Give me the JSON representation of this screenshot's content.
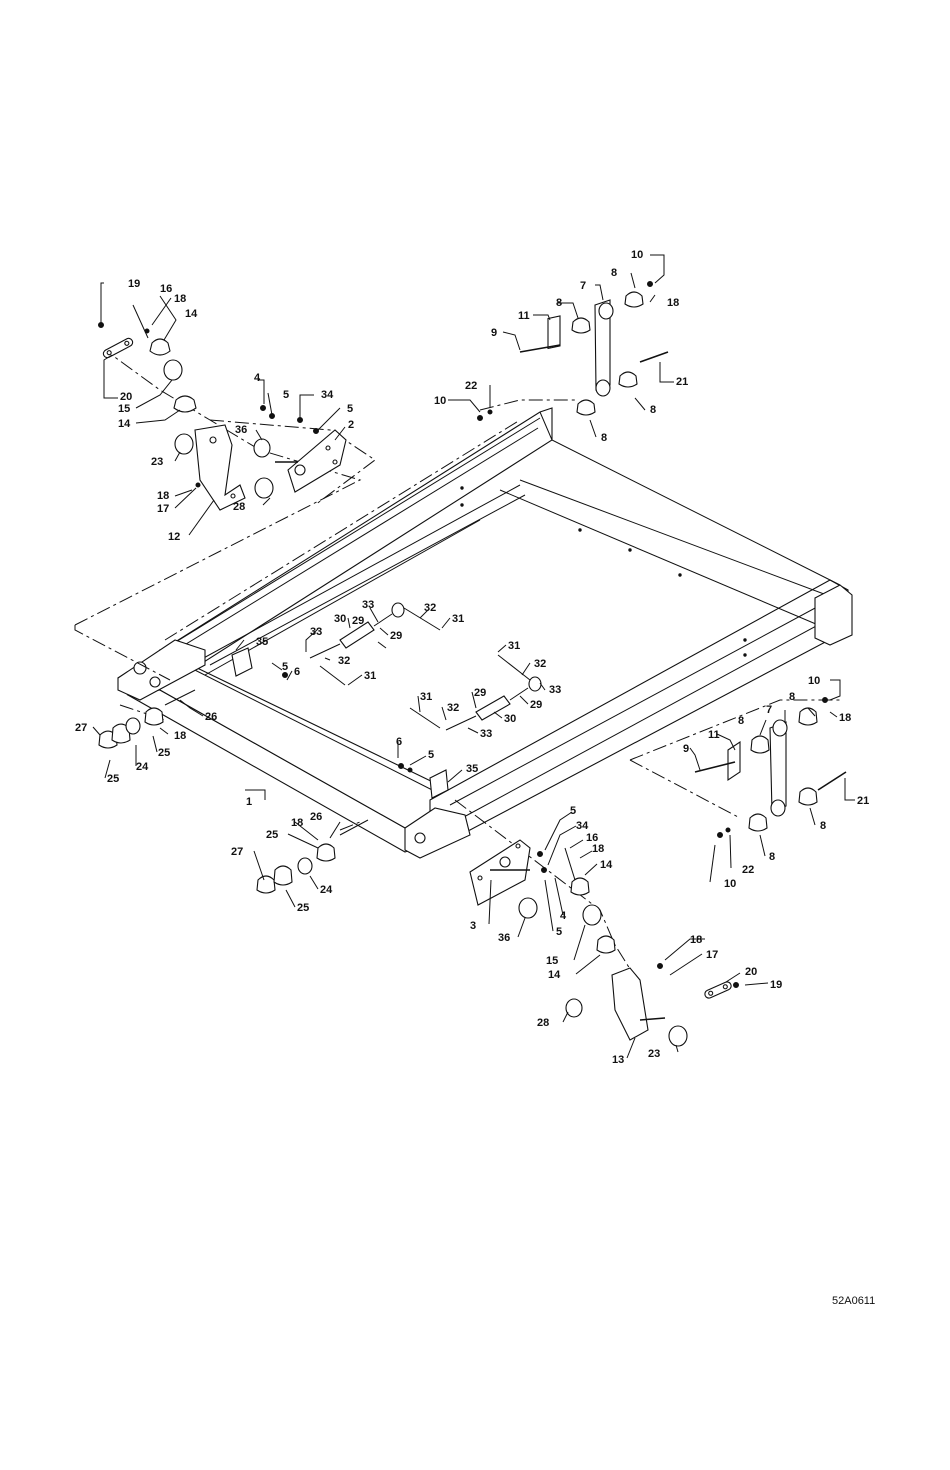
{
  "figure_id": "52A0611",
  "callouts": [
    {
      "id": "c1",
      "text": "1"
    },
    {
      "id": "c2",
      "text": "2"
    },
    {
      "id": "c3",
      "text": "3"
    },
    {
      "id": "c4a",
      "text": "4"
    },
    {
      "id": "c4b",
      "text": "4"
    },
    {
      "id": "c5a",
      "text": "5"
    },
    {
      "id": "c5b",
      "text": "5"
    },
    {
      "id": "c5c",
      "text": "5"
    },
    {
      "id": "c5d",
      "text": "5"
    },
    {
      "id": "c5e",
      "text": "5"
    },
    {
      "id": "c5f",
      "text": "5"
    },
    {
      "id": "c6a",
      "text": "6"
    },
    {
      "id": "c6b",
      "text": "6"
    },
    {
      "id": "c7a",
      "text": "7"
    },
    {
      "id": "c7b",
      "text": "7"
    },
    {
      "id": "c8a",
      "text": "8"
    },
    {
      "id": "c8b",
      "text": "8"
    },
    {
      "id": "c8c",
      "text": "8"
    },
    {
      "id": "c8d",
      "text": "8"
    },
    {
      "id": "c8e",
      "text": "8"
    },
    {
      "id": "c8f",
      "text": "8"
    },
    {
      "id": "c8g",
      "text": "8"
    },
    {
      "id": "c8h",
      "text": "8"
    },
    {
      "id": "c9a",
      "text": "9"
    },
    {
      "id": "c9b",
      "text": "9"
    },
    {
      "id": "c10a",
      "text": "10"
    },
    {
      "id": "c10b",
      "text": "10"
    },
    {
      "id": "c10c",
      "text": "10"
    },
    {
      "id": "c10d",
      "text": "10"
    },
    {
      "id": "c11a",
      "text": "11"
    },
    {
      "id": "c11b",
      "text": "11"
    },
    {
      "id": "c12",
      "text": "12"
    },
    {
      "id": "c13",
      "text": "13"
    },
    {
      "id": "c14a",
      "text": "14"
    },
    {
      "id": "c14b",
      "text": "14"
    },
    {
      "id": "c14c",
      "text": "14"
    },
    {
      "id": "c14d",
      "text": "14"
    },
    {
      "id": "c15a",
      "text": "15"
    },
    {
      "id": "c15b",
      "text": "15"
    },
    {
      "id": "c16a",
      "text": "16"
    },
    {
      "id": "c16b",
      "text": "16"
    },
    {
      "id": "c17a",
      "text": "17"
    },
    {
      "id": "c17b",
      "text": "17"
    },
    {
      "id": "c18a",
      "text": "18"
    },
    {
      "id": "c18b",
      "text": "18"
    },
    {
      "id": "c18c",
      "text": "18"
    },
    {
      "id": "c18d",
      "text": "18"
    },
    {
      "id": "c18e",
      "text": "18"
    },
    {
      "id": "c18f",
      "text": "18"
    },
    {
      "id": "c18g",
      "text": "18"
    },
    {
      "id": "c18h",
      "text": "18"
    },
    {
      "id": "c19a",
      "text": "19"
    },
    {
      "id": "c19b",
      "text": "19"
    },
    {
      "id": "c20a",
      "text": "20"
    },
    {
      "id": "c20b",
      "text": "20"
    },
    {
      "id": "c21a",
      "text": "21"
    },
    {
      "id": "c21b",
      "text": "21"
    },
    {
      "id": "c22a",
      "text": "22"
    },
    {
      "id": "c22b",
      "text": "22"
    },
    {
      "id": "c23a",
      "text": "23"
    },
    {
      "id": "c23b",
      "text": "23"
    },
    {
      "id": "c24a",
      "text": "24"
    },
    {
      "id": "c24b",
      "text": "24"
    },
    {
      "id": "c25a",
      "text": "25"
    },
    {
      "id": "c25b",
      "text": "25"
    },
    {
      "id": "c25c",
      "text": "25"
    },
    {
      "id": "c25d",
      "text": "25"
    },
    {
      "id": "c26a",
      "text": "26"
    },
    {
      "id": "c26b",
      "text": "26"
    },
    {
      "id": "c27a",
      "text": "27"
    },
    {
      "id": "c27b",
      "text": "27"
    },
    {
      "id": "c28a",
      "text": "28"
    },
    {
      "id": "c28b",
      "text": "28"
    },
    {
      "id": "c29a",
      "text": "29"
    },
    {
      "id": "c29b",
      "text": "29"
    },
    {
      "id": "c29c",
      "text": "29"
    },
    {
      "id": "c29d",
      "text": "29"
    },
    {
      "id": "c30a",
      "text": "30"
    },
    {
      "id": "c30b",
      "text": "30"
    },
    {
      "id": "c31a",
      "text": "31"
    },
    {
      "id": "c31b",
      "text": "31"
    },
    {
      "id": "c31c",
      "text": "31"
    },
    {
      "id": "c31d",
      "text": "31"
    },
    {
      "id": "c32a",
      "text": "32"
    },
    {
      "id": "c32b",
      "text": "32"
    },
    {
      "id": "c32c",
      "text": "32"
    },
    {
      "id": "c32d",
      "text": "32"
    },
    {
      "id": "c33a",
      "text": "33"
    },
    {
      "id": "c33b",
      "text": "33"
    },
    {
      "id": "c33c",
      "text": "33"
    },
    {
      "id": "c33d",
      "text": "33"
    },
    {
      "id": "c34a",
      "text": "34"
    },
    {
      "id": "c34b",
      "text": "34"
    },
    {
      "id": "c35a",
      "text": "35"
    },
    {
      "id": "c35b",
      "text": "35"
    },
    {
      "id": "c36a",
      "text": "36"
    },
    {
      "id": "c36b",
      "text": "36"
    }
  ]
}
